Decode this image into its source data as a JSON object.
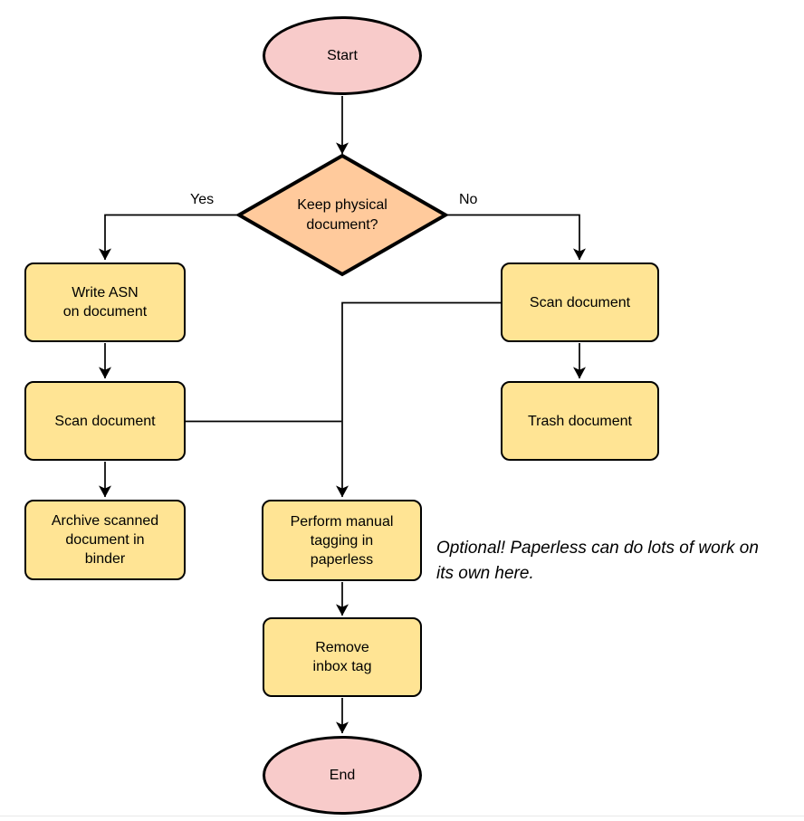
{
  "diagram": {
    "type": "flowchart",
    "colors": {
      "terminal_fill": "#f8cbca",
      "decision_fill": "#ffca9c",
      "process_fill": "#ffe494",
      "stroke": "#000000",
      "divider": "#e9e9e9"
    },
    "nodes": {
      "start": {
        "label": "Start",
        "shape": "ellipse"
      },
      "decision": {
        "label": "Keep physical\ndocument?",
        "shape": "diamond"
      },
      "write_asn": {
        "label": "Write ASN\non document",
        "shape": "process"
      },
      "scan_left": {
        "label": "Scan document",
        "shape": "process"
      },
      "archive": {
        "label": "Archive scanned\ndocument in\nbinder",
        "shape": "process"
      },
      "scan_right": {
        "label": "Scan document",
        "shape": "process"
      },
      "trash": {
        "label": "Trash document",
        "shape": "process"
      },
      "tagging": {
        "label": "Perform manual\ntagging in\npaperless",
        "shape": "process"
      },
      "remove_inbox": {
        "label": "Remove\ninbox tag",
        "shape": "process"
      },
      "end": {
        "label": "End",
        "shape": "ellipse"
      }
    },
    "edge_labels": {
      "yes": "Yes",
      "no": "No"
    },
    "edges": [
      {
        "from": "Start",
        "to": "Keep physical document?",
        "label": ""
      },
      {
        "from": "Keep physical document?",
        "to": "Write ASN on document",
        "label": "Yes"
      },
      {
        "from": "Keep physical document?",
        "to": "Scan document (right)",
        "label": "No"
      },
      {
        "from": "Write ASN on document",
        "to": "Scan document (left)",
        "label": ""
      },
      {
        "from": "Scan document (left)",
        "to": "Archive scanned document in binder",
        "label": ""
      },
      {
        "from": "Scan document (right)",
        "to": "Trash document",
        "label": ""
      },
      {
        "from": "Scan document (left)",
        "to": "Perform manual tagging in paperless",
        "label": ""
      },
      {
        "from": "Scan document (right)",
        "to": "Perform manual tagging in paperless",
        "label": ""
      },
      {
        "from": "Perform manual tagging in paperless",
        "to": "Remove inbox tag",
        "label": ""
      },
      {
        "from": "Remove inbox tag",
        "to": "End",
        "label": ""
      }
    ],
    "annotation": "Optional! Paperless can do lots of work on\nits own here."
  }
}
